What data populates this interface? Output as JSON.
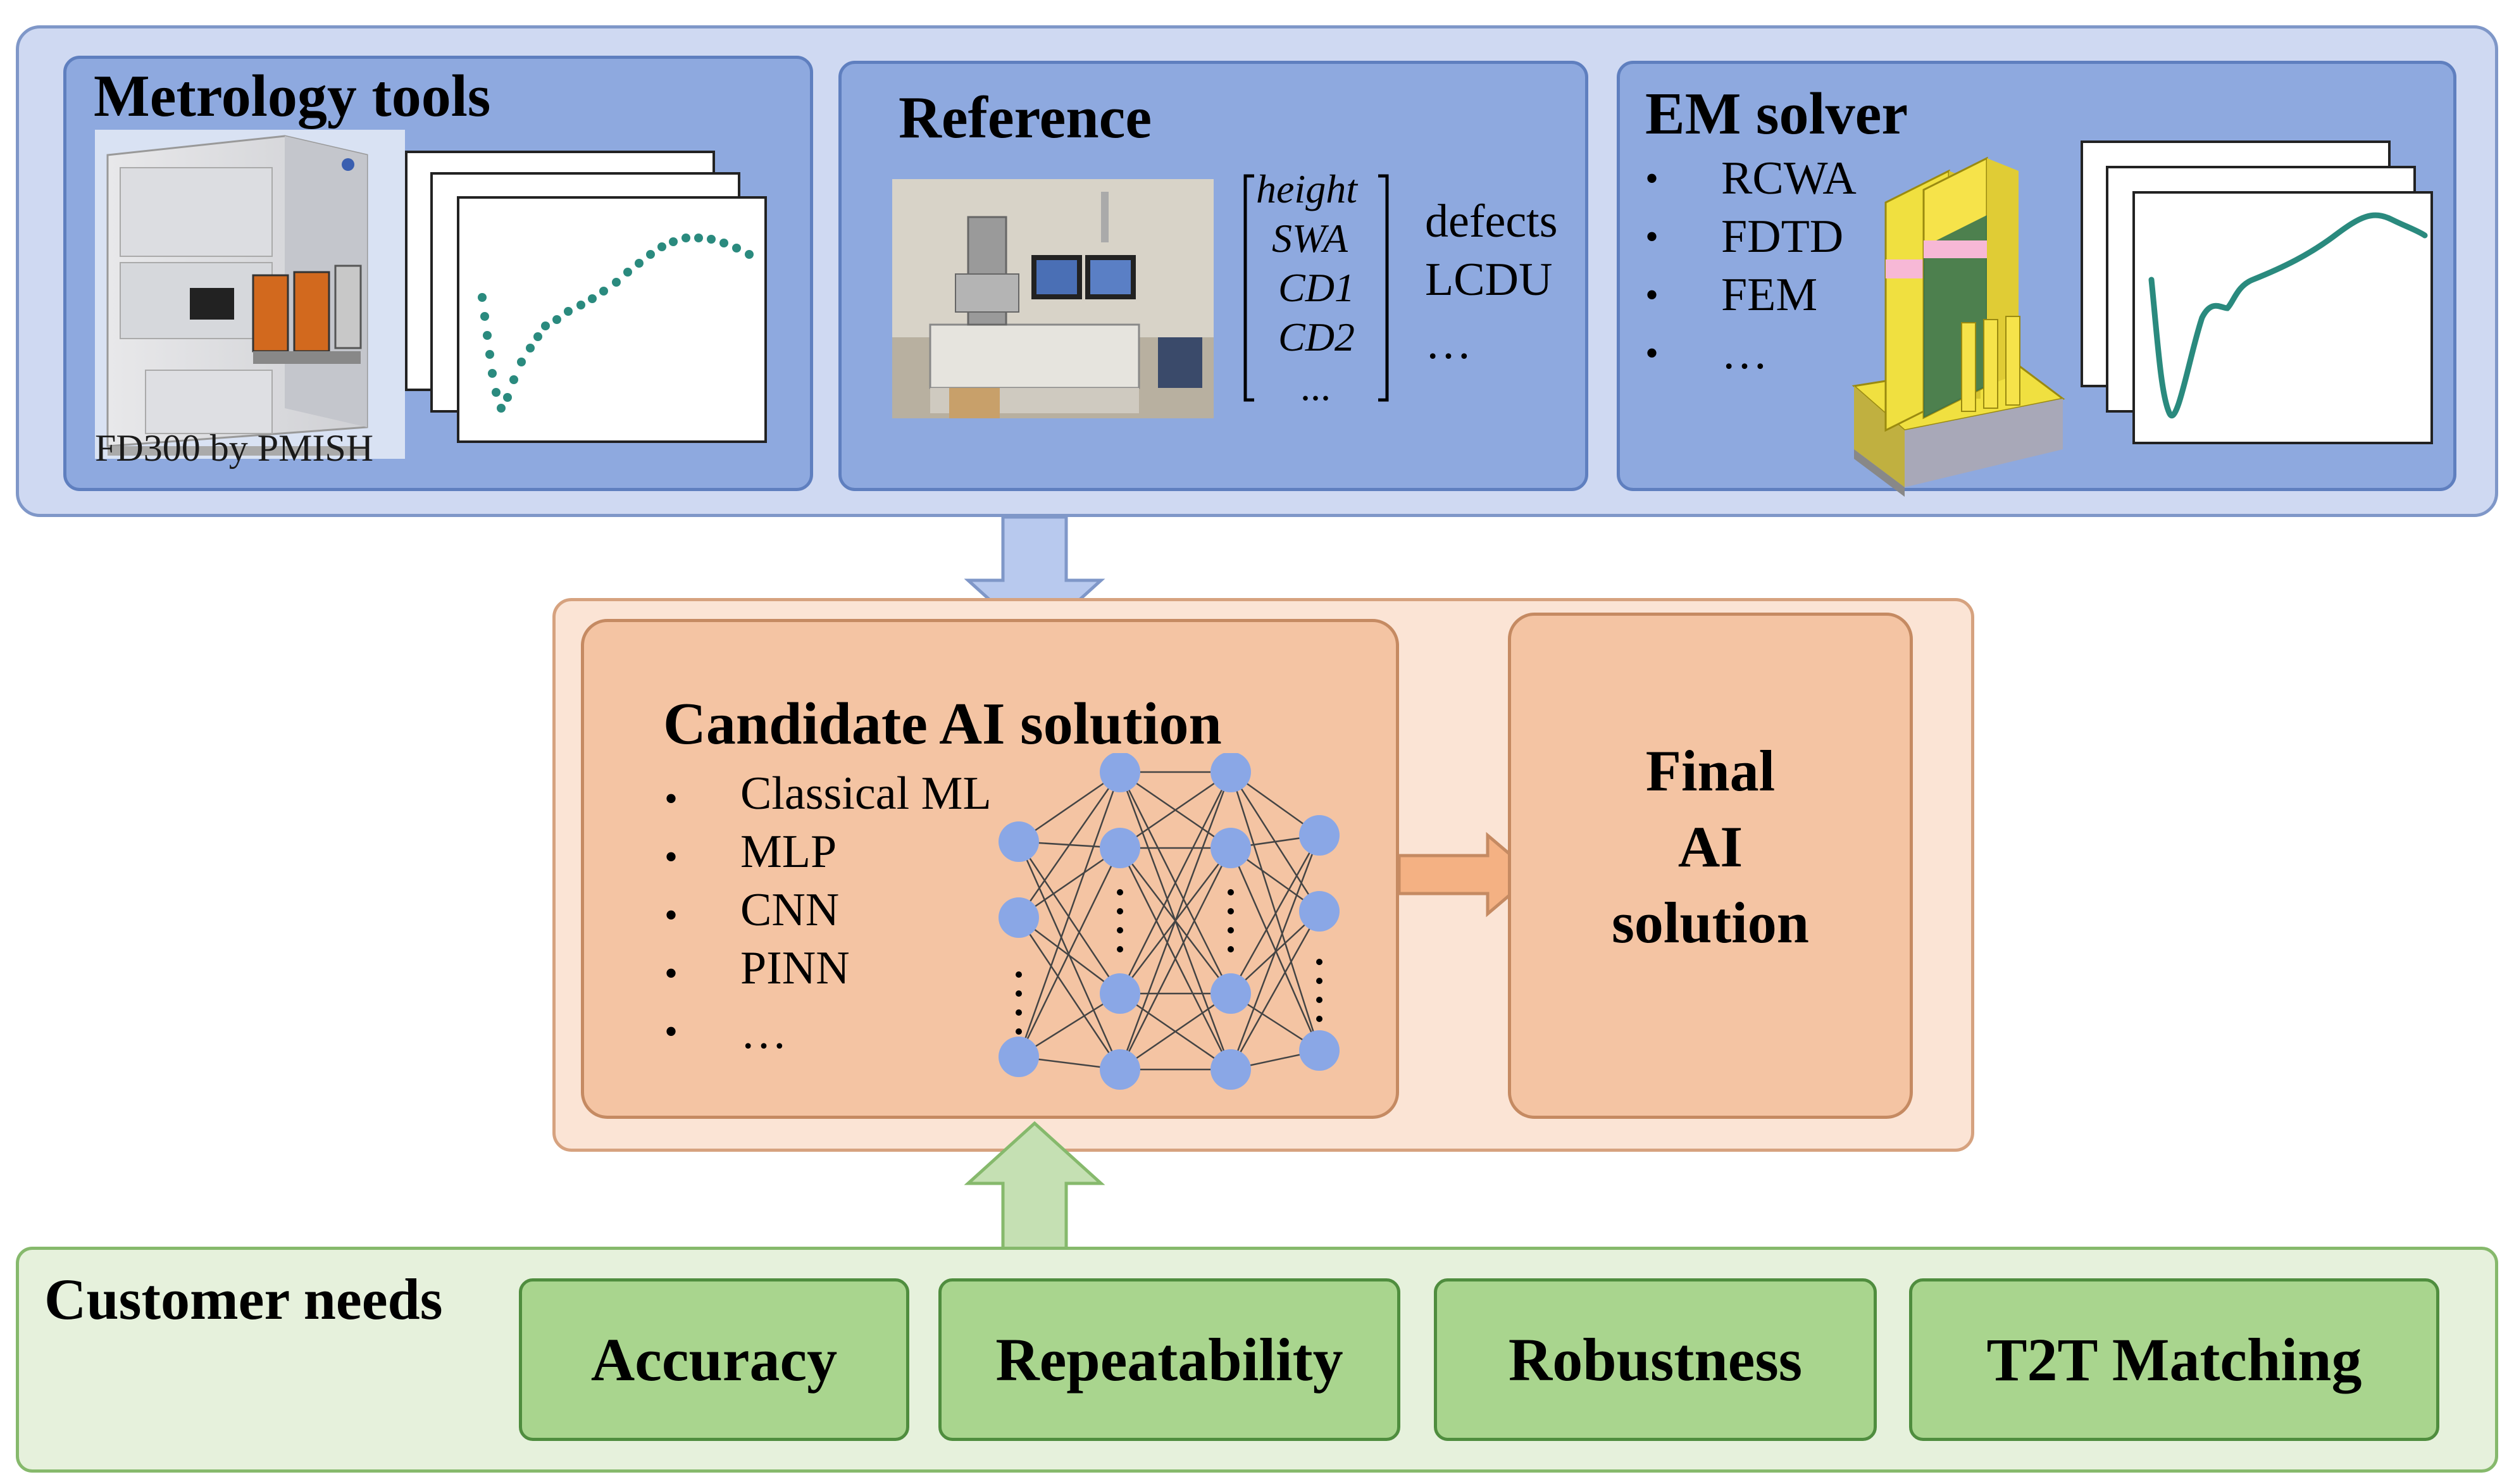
{
  "top": {
    "metrology": {
      "title": "Metrology tools",
      "caption": "FD300 by PMISH"
    },
    "reference": {
      "title": "Reference",
      "vector": [
        "height",
        "SWA",
        "CD1",
        "CD2",
        "..."
      ],
      "extras": [
        "defects",
        "LCDU",
        "…"
      ]
    },
    "em": {
      "title": "EM solver",
      "methods": [
        "RCWA",
        "FDTD",
        "FEM",
        "…"
      ]
    }
  },
  "middle": {
    "candidate": {
      "title": "Candidate AI solution",
      "methods": [
        "Classical ML",
        "MLP",
        "CNN",
        "PINN",
        "…"
      ]
    },
    "final": {
      "line1": "Final",
      "line2": "AI",
      "line3": "solution"
    }
  },
  "bottom": {
    "title": "Customer needs",
    "needs": [
      "Accuracy",
      "Repeatability",
      "Robustness",
      "T2T Matching"
    ]
  },
  "colors": {
    "top_panel": "#cfd9f2",
    "top_box": "#8ea9df",
    "mid_panel": "#fbe4d5",
    "mid_box": "#f4c4a3",
    "bottom_panel": "#e6f1dc",
    "need_box": "#a9d58e",
    "data_curve": "#2a8a7e",
    "nn_node": "#8aa7e6"
  },
  "icons": [
    "metrology-tool-image",
    "lab-equipment-photo",
    "nanostructure-3d-model",
    "neural-network-graphic"
  ]
}
